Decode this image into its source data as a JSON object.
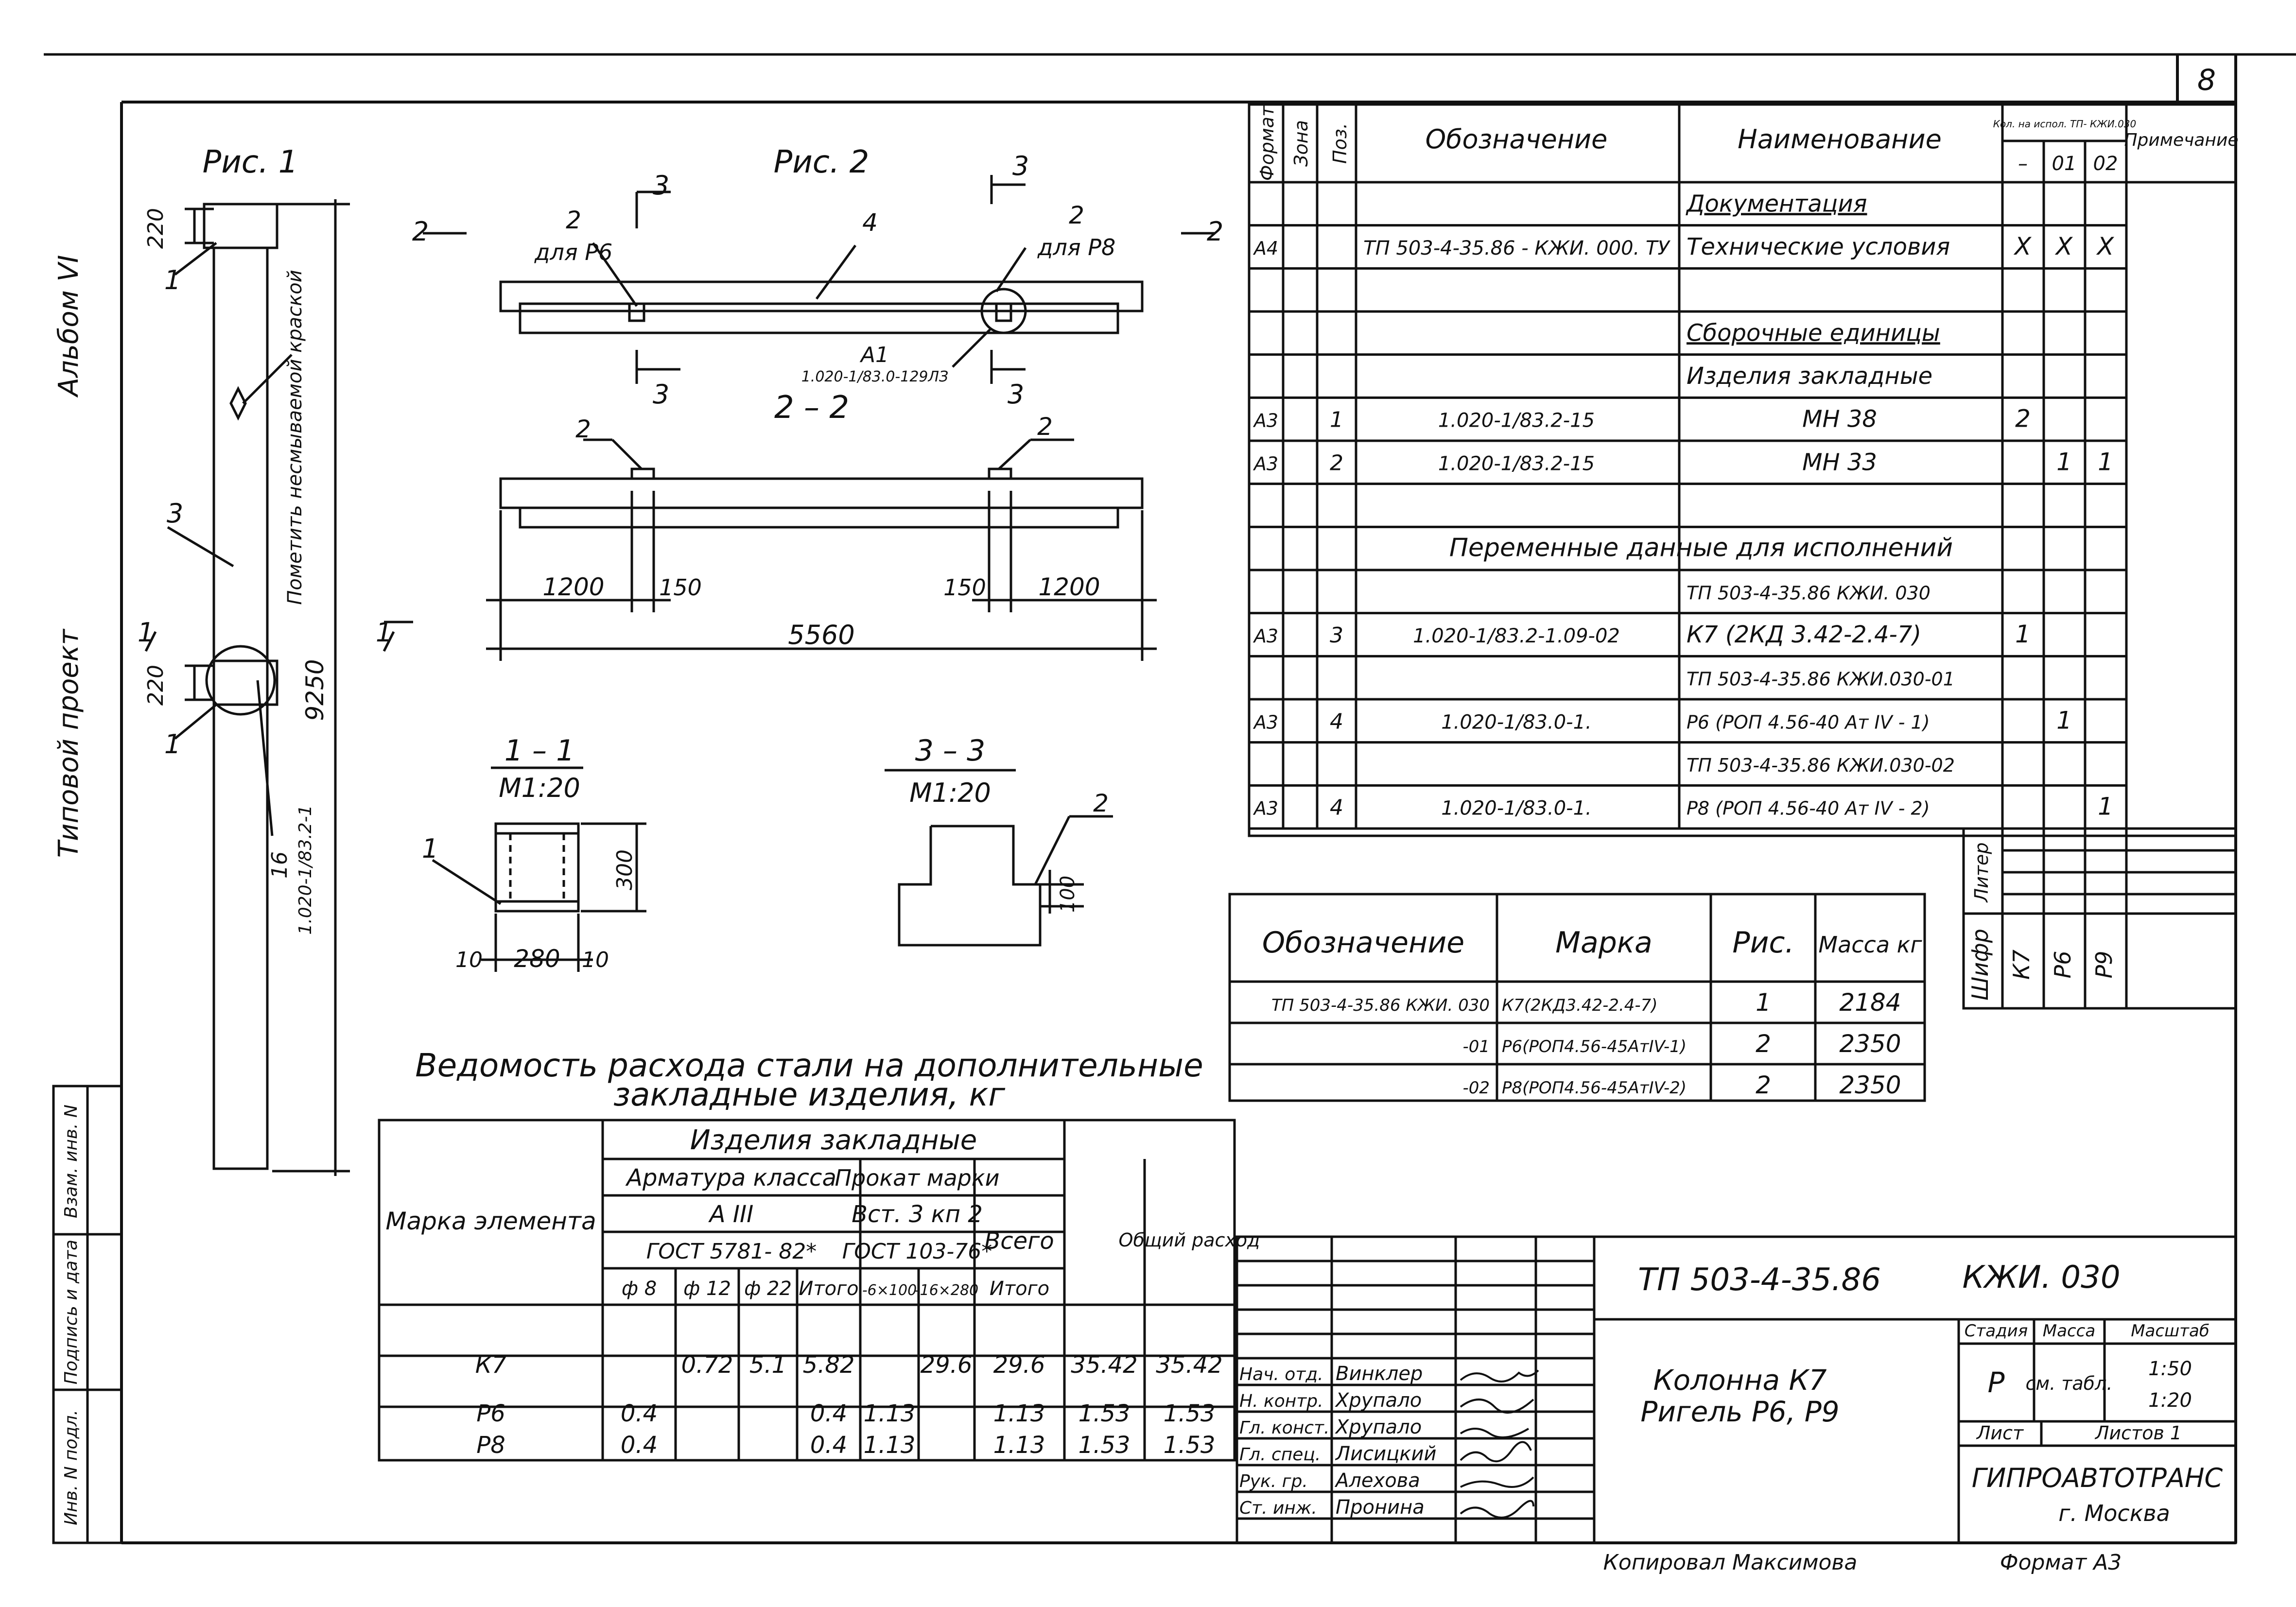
{
  "sheet_number": "8",
  "side_labels": {
    "album": "Альбом VI",
    "project_type": "Типовой проект",
    "box_inv_podl": "Инв. N подл.",
    "box_podpis": "Подпись и дата",
    "box_vzam": "Взам. инв. N"
  },
  "fig1": {
    "title": "Рис. 1",
    "dim_220_top": "220",
    "dim_220_bottom": "220",
    "dim_9250": "9250",
    "callout_1_top": "1",
    "callout_1_bottom": "1",
    "callout_3": "3",
    "callout_16": "16",
    "callout_16_ref": "1.020-1/83.2-1",
    "note": "Пометить несмываемой краской",
    "section_label": "1"
  },
  "fig2": {
    "title": "Рис. 2",
    "cut_3": "3",
    "cut_2": "2",
    "cut_1": "1",
    "label_2_left": "2",
    "label_dlya_p6": "для Р6",
    "label_2_right": "2",
    "label_dlya_p8": "для Р8",
    "label_4": "4",
    "label_a1": "А1",
    "label_a1_ref": "1.020-1/83.0-129ЛЗ",
    "section_22": "2 – 2",
    "sec22_label_2_left": "2",
    "sec22_label_2_right": "2",
    "dim_1200_left": "1200",
    "dim_150_left": "150",
    "dim_150_right": "150",
    "dim_1200_right": "1200",
    "dim_5560": "5560"
  },
  "section_11": {
    "title": "1 – 1",
    "scale": "М1:20",
    "label_1": "1",
    "dim_300": "300",
    "dim_10_left": "10",
    "dim_280": "280",
    "dim_10_right": "10"
  },
  "section_33": {
    "title": "3 – 3",
    "scale": "М1:20",
    "label_2": "2",
    "dim_100": "100"
  },
  "spec_table": {
    "headers": {
      "format": "Формат",
      "zone": "Зона",
      "pos": "Поз.",
      "designation": "Обозначение",
      "name": "Наименование",
      "qty": "Кол. на испол. ТП- КЖИ.030",
      "qty_sub": [
        "–",
        "01",
        "02"
      ],
      "note": "Примечание"
    },
    "rows": [
      {
        "format": "",
        "pos": "",
        "designation": "",
        "name": "Документация",
        "q0": "",
        "q1": "",
        "q2": "",
        "underline": true
      },
      {
        "format": "А4",
        "pos": "",
        "designation": "ТП 503-4-35.86 - КЖИ. 000. ТУ",
        "name": "Технические условия",
        "q0": "X",
        "q1": "X",
        "q2": "X"
      },
      {
        "format": "",
        "pos": "",
        "designation": "",
        "name": "",
        "q0": "",
        "q1": "",
        "q2": ""
      },
      {
        "format": "",
        "pos": "",
        "designation": "",
        "name": "Сборочные единицы",
        "q0": "",
        "q1": "",
        "q2": "",
        "underline": true
      },
      {
        "format": "",
        "pos": "",
        "designation": "",
        "name": "Изделия закладные",
        "q0": "",
        "q1": "",
        "q2": ""
      },
      {
        "format": "А3",
        "pos": "1",
        "designation": "1.020-1/83.2-15",
        "name": "МН 38",
        "q0": "2",
        "q1": "",
        "q2": ""
      },
      {
        "format": "А3",
        "pos": "2",
        "designation": "1.020-1/83.2-15",
        "name": "МН 33",
        "q0": "",
        "q1": "1",
        "q2": "1"
      },
      {
        "format": "",
        "pos": "",
        "designation": "",
        "name": "",
        "q0": "",
        "q1": "",
        "q2": ""
      },
      {
        "format": "",
        "pos": "",
        "designation": "",
        "name": "",
        "q0": "",
        "q1": "",
        "q2": "",
        "wide": "Переменные данные для исполнений"
      },
      {
        "format": "",
        "pos": "",
        "designation": "",
        "name": "ТП 503-4-35.86 КЖИ. 030",
        "q0": "",
        "q1": "",
        "q2": ""
      },
      {
        "format": "А3",
        "pos": "3",
        "designation": "1.020-1/83.2-1.09-02",
        "name": "К7 (2КД 3.42-2.4-7)",
        "q0": "1",
        "q1": "",
        "q2": ""
      },
      {
        "format": "",
        "pos": "",
        "designation": "",
        "name": "ТП 503-4-35.86 КЖИ.030-01",
        "q0": "",
        "q1": "",
        "q2": ""
      },
      {
        "format": "А3",
        "pos": "4",
        "designation": "1.020-1/83.0-1.",
        "name": "Р6 (РОП 4.56-40 Ат IV - 1)",
        "q0": "",
        "q1": "1",
        "q2": ""
      },
      {
        "format": "",
        "pos": "",
        "designation": "",
        "name": "ТП 503-4-35.86 КЖИ.030-02",
        "q0": "",
        "q1": "",
        "q2": ""
      },
      {
        "format": "А3",
        "pos": "4",
        "designation": "1.020-1/83.0-1.",
        "name": "Р8 (РОП 4.56-40 Ат IV - 2)",
        "q0": "",
        "q1": "",
        "q2": "1"
      }
    ],
    "liter_label": "Литер",
    "cipher_label": "Шифр",
    "cipher_values": [
      "К7",
      "Р6",
      "Р9"
    ]
  },
  "marks_table": {
    "headers": [
      "Обозначение",
      "Марка",
      "Рис.",
      "Масса кг"
    ],
    "rows": [
      [
        "ТП 503-4-35.86 КЖИ. 030",
        "К7(2КД3.42-2.4-7)",
        "1",
        "2184"
      ],
      [
        "-01",
        "Р6(РОП4.56-45АтIV-1)",
        "2",
        "2350"
      ],
      [
        "-02",
        "Р8(РОП4.56-45АтIV-2)",
        "2",
        "2350"
      ]
    ]
  },
  "steel_table": {
    "title_line1": "Ведомость расхода стали на дополнительные",
    "title_line2": "закладные изделия, кг",
    "h_mark": "Марка элемента",
    "h_items": "Изделия закладные",
    "h_rebar_class": "Арматура класса",
    "h_rebar_a3": "А III",
    "h_gost_rebar": "ГОСТ 5781- 82*",
    "h_rolled": "Прокат марки",
    "h_rolled_grade": "Вст. 3 кп 2",
    "h_gost_rolled": "ГОСТ 103-76*",
    "h_total": "Всего",
    "h_grand": "Общий расход",
    "sub_cols": [
      "ф 8",
      "ф 12",
      "ф 22",
      "Итого",
      "-6×100",
      "-16×280",
      "Итого"
    ],
    "rows": [
      [
        "К7",
        "",
        "0.72",
        "5.1",
        "5.82",
        "",
        "29.6",
        "29.6",
        "35.42",
        "35.42"
      ],
      [
        "Р6",
        "0.4",
        "",
        "",
        "0.4",
        "1.13",
        "",
        "1.13",
        "1.53",
        "1.53"
      ],
      [
        "Р8",
        "0.4",
        "",
        "",
        "0.4",
        "1.13",
        "",
        "1.13",
        "1.53",
        "1.53"
      ]
    ]
  },
  "title_block": {
    "doc_code": "ТП 503-4-35.86",
    "doc_suffix": "КЖИ. 030",
    "name_line1": "Колонна К7",
    "name_line2": "Ригель Р6, Р9",
    "stage_label": "Стадия",
    "mass_label": "Масса",
    "scale_label": "Масштаб",
    "stage_value": "Р",
    "mass_value": "см. табл.",
    "scale_value1": "1:50",
    "scale_value2": "1:20",
    "sheet_label": "Лист",
    "sheets_label": "Листов 1",
    "org": "ГИПРОАВТОТРАНС",
    "city": "г. Москва",
    "staff": [
      {
        "role": "Нач. отд.",
        "name": "Винклер"
      },
      {
        "role": "Н. контр.",
        "name": "Хрупало"
      },
      {
        "role": "Гл. конст.",
        "name": "Хрупало"
      },
      {
        "role": "Гл. спец.",
        "name": "Лисицкий"
      },
      {
        "role": "Рук. гр.",
        "name": "Алехова"
      },
      {
        "role": "Ст. инж.",
        "name": "Пронина"
      }
    ]
  },
  "footer": {
    "copied": "Копировал Максимова",
    "format": "Формат А3"
  }
}
